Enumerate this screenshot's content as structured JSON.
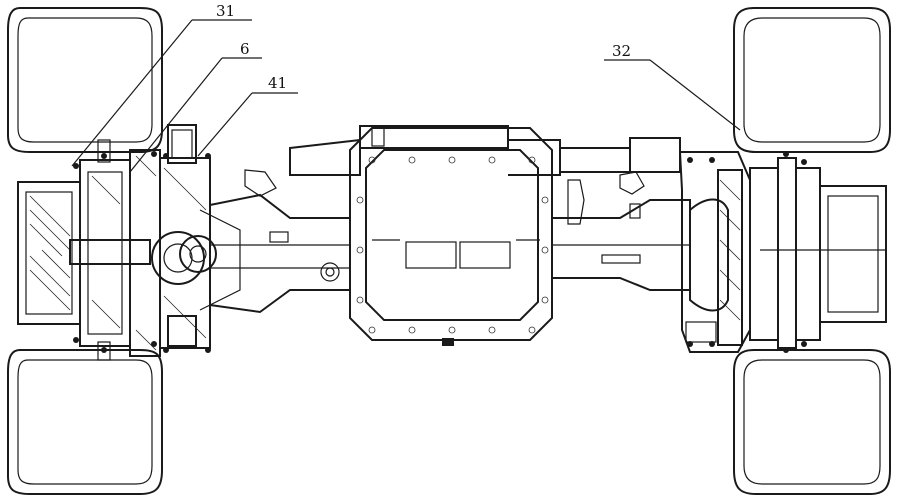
{
  "callouts": {
    "c31": {
      "label": "31"
    },
    "c6": {
      "label": "6"
    },
    "c41": {
      "label": "41"
    },
    "c32": {
      "label": "32"
    }
  }
}
